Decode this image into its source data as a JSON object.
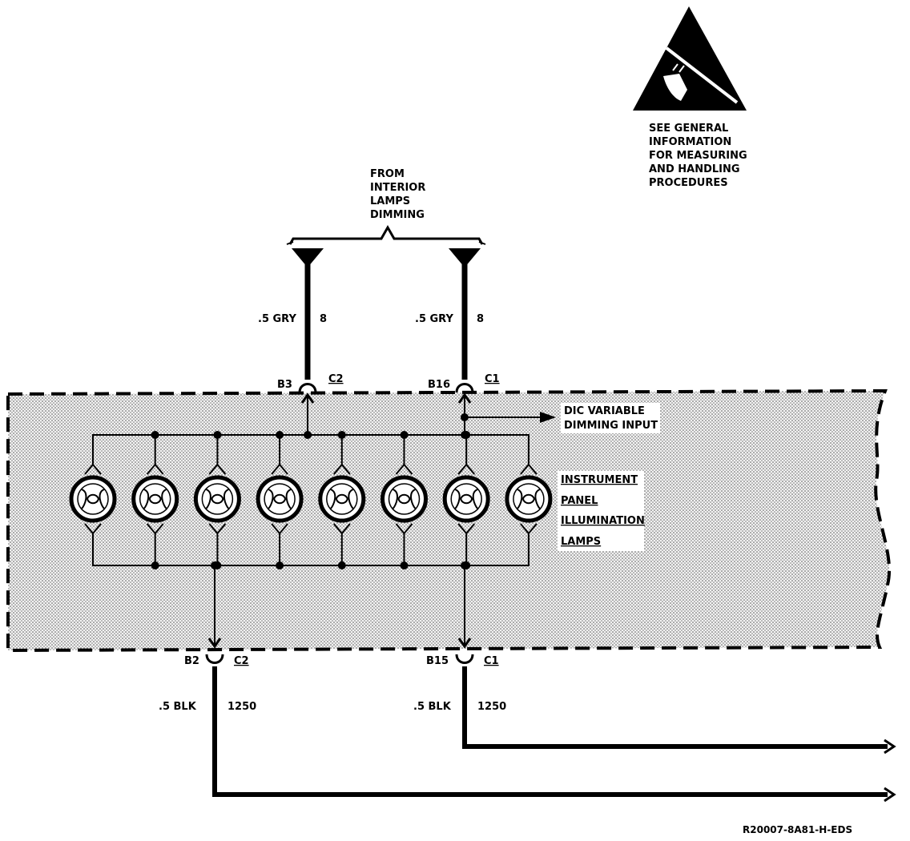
{
  "esd_notice": {
    "lines": [
      "SEE GENERAL",
      "INFORMATION",
      "FOR MEASURING",
      "AND HANDLING",
      "PROCEDURES"
    ]
  },
  "source": {
    "lines": [
      "FROM",
      "INTERIOR",
      "LAMPS",
      "DIMMING"
    ]
  },
  "wires_top": [
    {
      "size_color": ".5 GRY",
      "circuit": "8",
      "pin": "B3",
      "connector": "C2"
    },
    {
      "size_color": ".5 GRY",
      "circuit": "8",
      "pin": "B16",
      "connector": "C1"
    }
  ],
  "wires_bottom": [
    {
      "size_color": ".5 BLK",
      "circuit": "1250",
      "pin": "B2",
      "connector": "C2"
    },
    {
      "size_color": ".5 BLK",
      "circuit": "1250",
      "pin": "B15",
      "connector": "C1"
    }
  ],
  "dic_input": {
    "lines": [
      "DIC VARIABLE",
      "DIMMING INPUT"
    ]
  },
  "lamp_group": {
    "lines": [
      "INSTRUMENT",
      "PANEL",
      "ILLUMINATION",
      "LAMPS"
    ],
    "count": 8
  },
  "diagram_code": "R20007-8A81-H-EDS"
}
